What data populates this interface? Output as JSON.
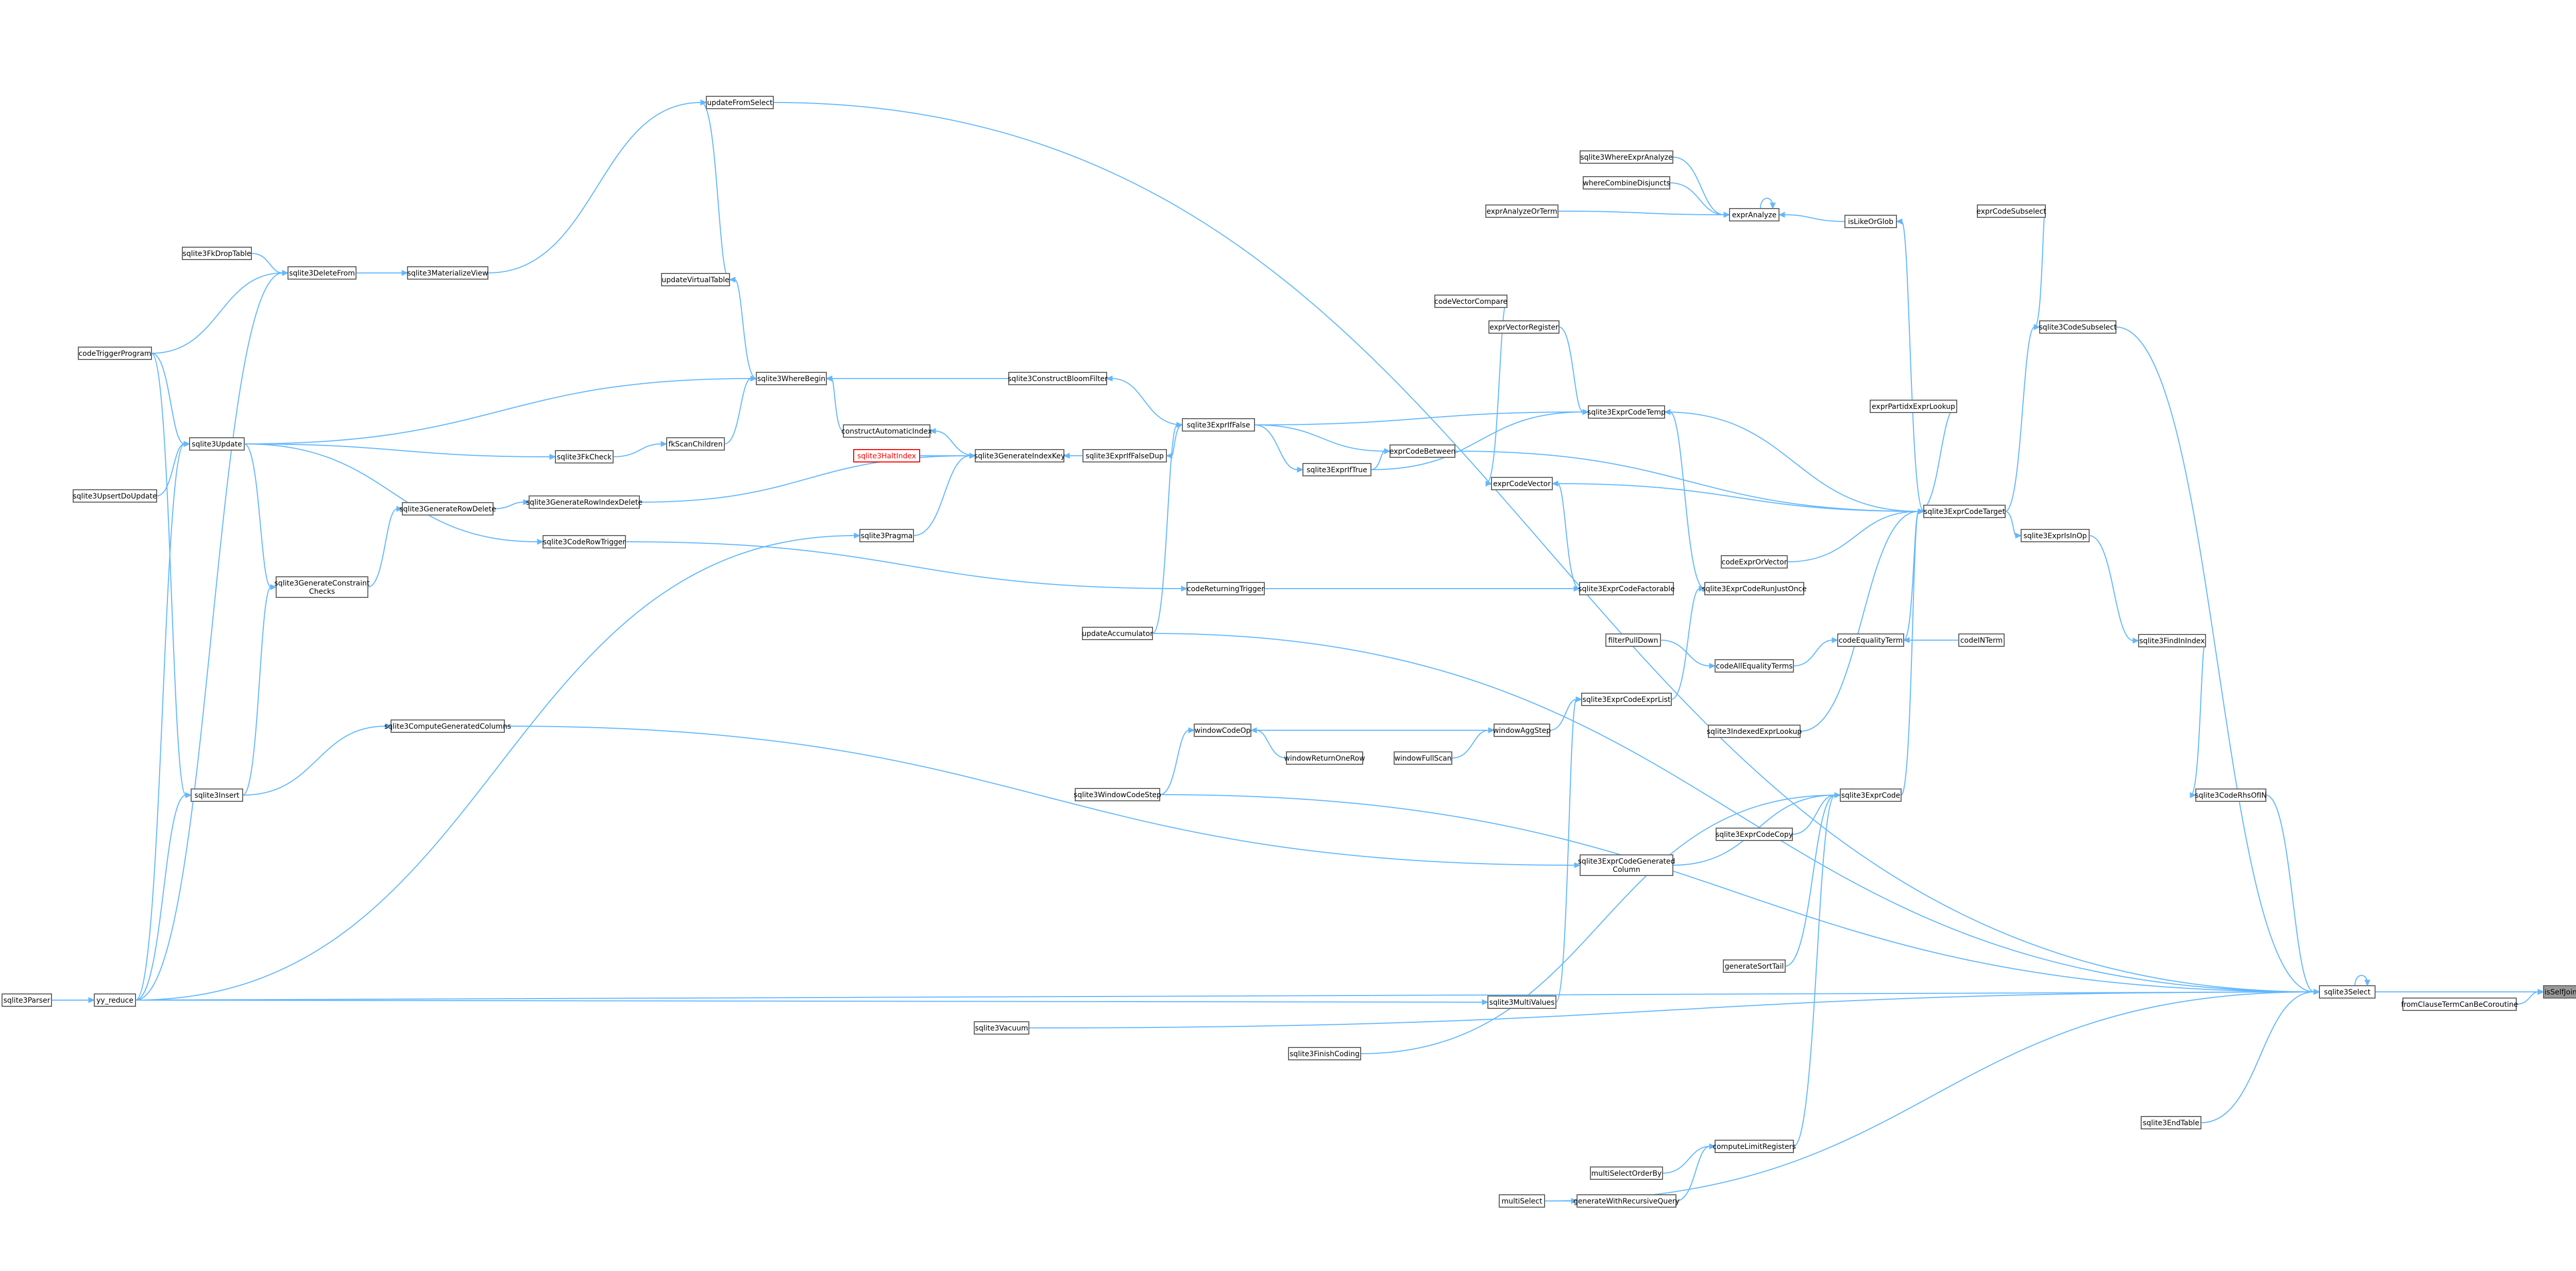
{
  "nodes": [
    {
      "id": "sqlite3ExistsView",
      "label": "isSelfJoinView",
      "current": true
    },
    {
      "id": "fromClauseTermCanBeCoroutine",
      "label": "fromClauseTermCanBeCoroutine"
    },
    {
      "id": "sqlite3Select",
      "label": "sqlite3Select"
    },
    {
      "id": "sqlite3CodeRhsOfIN",
      "label": "sqlite3CodeRhsOfIN"
    },
    {
      "id": "sqlite3FindInIndex",
      "label": "sqlite3FindInIndex"
    },
    {
      "id": "sqlite3CodeSubselect",
      "label": "sqlite3CodeSubselect"
    },
    {
      "id": "exprCodeSubselect",
      "label": "exprCodeSubselect"
    },
    {
      "id": "sqlite3ExprIsInOp",
      "label": "sqlite3ExprIsInOp"
    },
    {
      "id": "sqlite3ExprCodeTarget",
      "label": "sqlite3ExprCodeTarget"
    },
    {
      "id": "exprPartidxExprLookup",
      "label": "exprPartidxExprLookup"
    },
    {
      "id": "sqlite3ExprCodeTemp",
      "label": "sqlite3ExprCodeTemp"
    },
    {
      "id": "sqlite3ExprIfFalse",
      "label": "sqlite3ExprIfFalse"
    },
    {
      "id": "sqlite3ExprIfTrue",
      "label": "sqlite3ExprIfTrue"
    },
    {
      "id": "exprCodeBetween",
      "label": "exprCodeBetween"
    },
    {
      "id": "exprCodeVector",
      "label": "exprCodeVector"
    },
    {
      "id": "codeVectorCompare",
      "label": "codeVectorCompare"
    },
    {
      "id": "exprVectorRegister",
      "label": "exprVectorRegister"
    },
    {
      "id": "sqlite3ExprCodeFactorable",
      "label": "sqlite3ExprCodeFactorable"
    },
    {
      "id": "sqlite3ExprCodeRunJustOnce",
      "label": "sqlite3ExprCodeRunJustOnce"
    },
    {
      "id": "codeExprOrVector",
      "label": "codeExprOrVector"
    },
    {
      "id": "codeEqualityTerm",
      "label": "codeEqualityTerm"
    },
    {
      "id": "codeINTerm",
      "label": "codeINTerm"
    },
    {
      "id": "codeAllEqualityTerms",
      "label": "codeAllEqualityTerms"
    },
    {
      "id": "filterPullDown",
      "label": "filterPullDown"
    },
    {
      "id": "sqlite3ExprCodeExprList",
      "label": "sqlite3ExprCodeExprList"
    },
    {
      "id": "sqlite3IndexedExprLookup",
      "label": "sqlite3IndexedExprLookup"
    },
    {
      "id": "sqlite3ExprCode",
      "label": "sqlite3ExprCode"
    },
    {
      "id": "sqlite3ExprCodeCopy",
      "label": "sqlite3ExprCodeCopy"
    },
    {
      "id": "sqlite3ExprCodeGeneratedColumn",
      "label": "sqlite3ExprCodeGenerated\nColumn"
    },
    {
      "id": "generateSortTail",
      "label": "generateSortTail"
    },
    {
      "id": "sqlite3WhereExprAnalyze",
      "label": "sqlite3WhereExprAnalyze"
    },
    {
      "id": "whereCombineDisjuncts",
      "label": "whereCombineDisjuncts"
    },
    {
      "id": "exprAnalyzeOrTerm",
      "label": "exprAnalyzeOrTerm"
    },
    {
      "id": "exprAnalyze",
      "label": "exprAnalyze"
    },
    {
      "id": "isLikeOrGlob",
      "label": "isLikeOrGlob"
    },
    {
      "id": "updateFromSelect",
      "label": "updateFromSelect"
    },
    {
      "id": "updateVirtualTable",
      "label": "updateVirtualTable"
    },
    {
      "id": "sqlite3WhereBegin",
      "label": "sqlite3WhereBegin"
    },
    {
      "id": "sqlite3ConstructBloomFilter",
      "label": "sqlite3ConstructBloomFilter"
    },
    {
      "id": "constructAutomaticIndex",
      "label": "constructAutomaticIndex"
    },
    {
      "id": "sqlite3HaltIndex",
      "label": "sqlite3HaltIndex",
      "red": true
    },
    {
      "id": "sqlite3GenerateIndexKey",
      "label": "sqlite3GenerateIndexKey"
    },
    {
      "id": "sqlite3ExprIfFalseDup",
      "label": "sqlite3ExprIfFalseDup"
    },
    {
      "id": "sqlite3Pragma",
      "label": "sqlite3Pragma"
    },
    {
      "id": "codeReturningTrigger",
      "label": "codeReturningTrigger"
    },
    {
      "id": "updateAccumulator",
      "label": "updateAccumulator"
    },
    {
      "id": "windowCodeOp",
      "label": "windowCodeOp"
    },
    {
      "id": "windowReturnOneRow",
      "label": "windowReturnOneRow"
    },
    {
      "id": "windowFullScan",
      "label": "windowFullScan"
    },
    {
      "id": "windowAggStep",
      "label": "windowAggStep"
    },
    {
      "id": "sqlite3WindowCodeStep",
      "label": "sqlite3WindowCodeStep"
    },
    {
      "id": "sqlite3MultiValues",
      "label": "sqlite3MultiValues"
    },
    {
      "id": "sqlite3Vacuum",
      "label": "sqlite3Vacuum"
    },
    {
      "id": "sqlite3FinishCoding",
      "label": "sqlite3FinishCoding"
    },
    {
      "id": "sqlite3EndTable",
      "label": "sqlite3EndTable"
    },
    {
      "id": "computeLimitRegisters",
      "label": "computeLimitRegisters"
    },
    {
      "id": "multiSelectOrderBy",
      "label": "multiSelectOrderBy"
    },
    {
      "id": "multiSelect",
      "label": "multiSelect"
    },
    {
      "id": "generateWithRecursiveQuery",
      "label": "generateWithRecursiveQuery"
    },
    {
      "id": "sqlite3DeleteFrom",
      "label": "sqlite3DeleteFrom"
    },
    {
      "id": "sqlite3MaterializeView",
      "label": "sqlite3MaterializeView"
    },
    {
      "id": "sqlite3FkDropTable",
      "label": "sqlite3FkDropTable"
    },
    {
      "id": "codeTriggerProgram",
      "label": "codeTriggerProgram"
    },
    {
      "id": "sqlite3Update",
      "label": "sqlite3Update"
    },
    {
      "id": "sqlite3UpsertDoUpdate",
      "label": "sqlite3UpsertDoUpdate"
    },
    {
      "id": "sqlite3FkCheck",
      "label": "sqlite3FkCheck"
    },
    {
      "id": "fkScanChildren",
      "label": "fkScanChildren"
    },
    {
      "id": "sqlite3GenerateRowDelete",
      "label": "sqlite3GenerateRowDelete"
    },
    {
      "id": "sqlite3GenerateRowIndexDelete",
      "label": "sqlite3GenerateRowIndexDelete"
    },
    {
      "id": "sqlite3CodeRowTrigger",
      "label": "sqlite3CodeRowTrigger"
    },
    {
      "id": "sqlite3GenerateConstraintChecks",
      "label": "sqlite3GenerateConstraint\nChecks"
    },
    {
      "id": "sqlite3ComputeGeneratedColumns",
      "label": "sqlite3ComputeGeneratedColumns"
    },
    {
      "id": "sqlite3Insert",
      "label": "sqlite3Insert"
    },
    {
      "id": "yy_reduce",
      "label": "yy_reduce"
    },
    {
      "id": "sqlite3Parser",
      "label": "sqlite3Parser"
    }
  ]
}
